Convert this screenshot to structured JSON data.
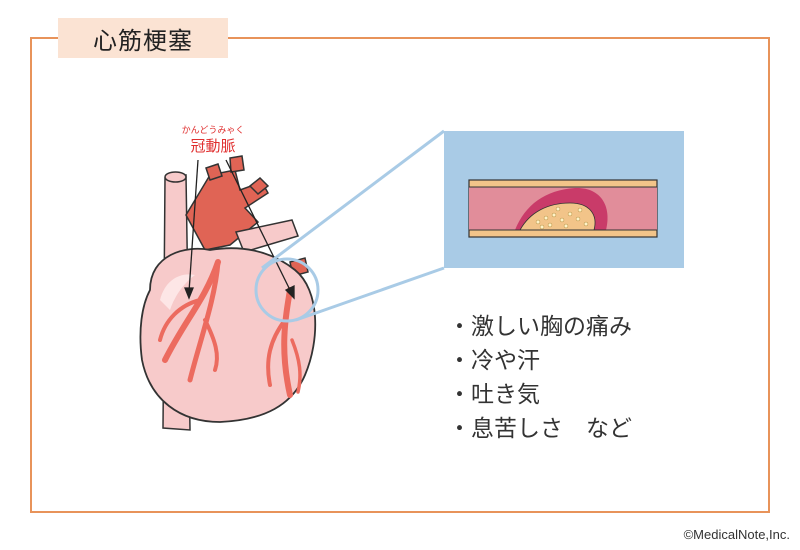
{
  "title": "心筋梗塞",
  "label": {
    "ruby": "かんどうみゃく",
    "main": "冠動脈"
  },
  "symptoms": [
    "・激しい胸の痛み",
    "・冷や汗",
    "・吐き気",
    "・息苦しさ　など"
  ],
  "copyright": "©MedicalNote,Inc.",
  "colors": {
    "frame": "#e8935a",
    "title_bg": "#fbe3d3",
    "heart_fill": "#f7caca",
    "heart_stroke": "#d9534f",
    "artery": "#ec6b5f",
    "label": "#e03030",
    "zoom_line": "#a9cbe6",
    "zoom_bg": "#a9cbe6",
    "vessel_wall": "#f2c489",
    "vessel_lumen": "#e18d9a",
    "plaque": "#c93b69"
  }
}
